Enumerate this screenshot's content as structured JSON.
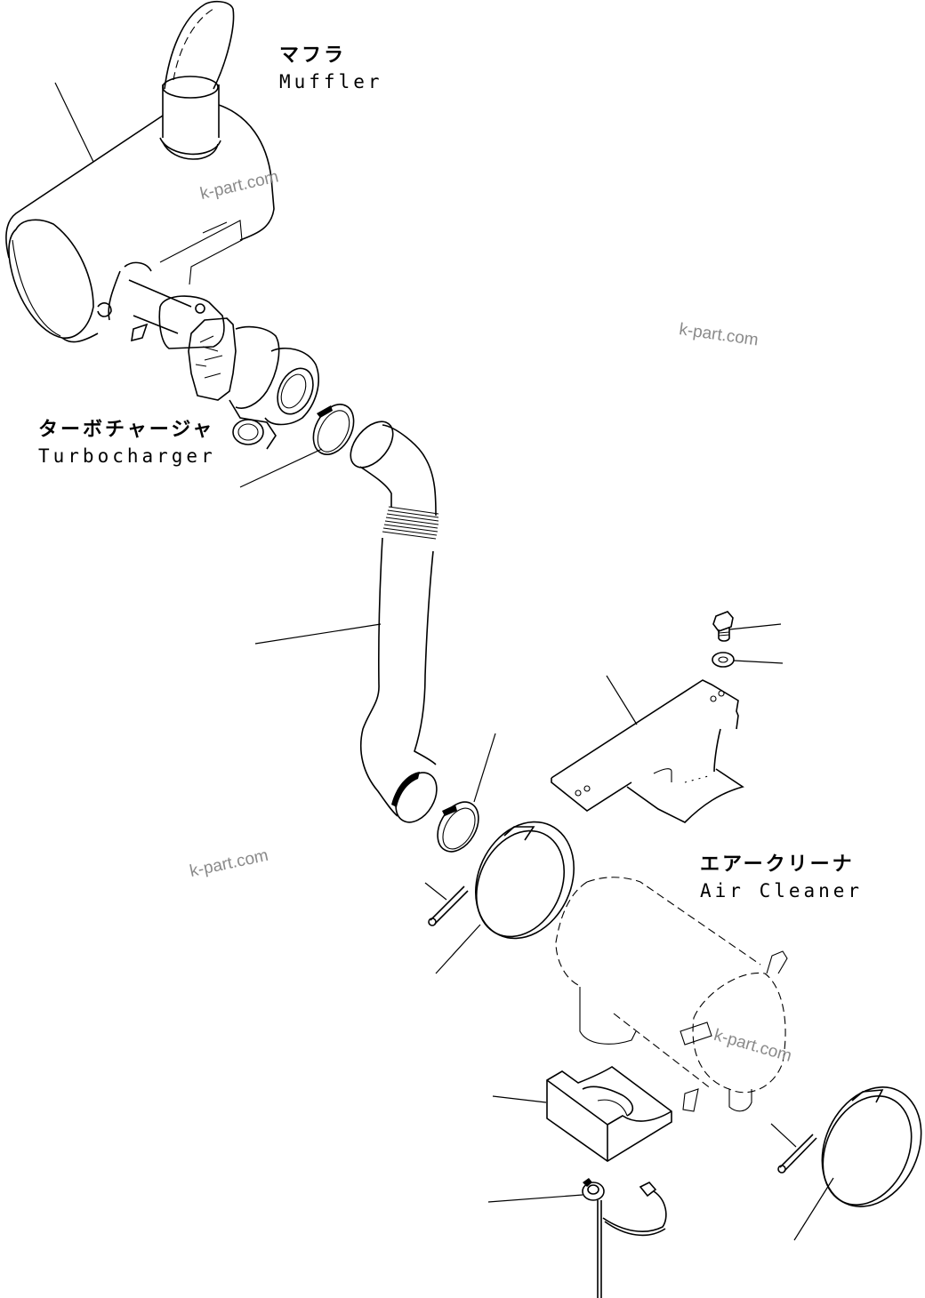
{
  "diagram": {
    "type": "exploded-parts-diagram",
    "subject": "Intake air system: muffler, turbocharger, intake hose, bracket, air cleaner",
    "labels": {
      "muffler": {
        "jp": "マフラ",
        "en": "Muffler"
      },
      "turbocharger": {
        "jp": "ターボチャージャ",
        "en": "Turbocharger"
      },
      "air_cleaner": {
        "jp": "エアークリーナ",
        "en": "Air Cleaner"
      }
    },
    "watermarks": [
      "k-part.com",
      "k-part.com",
      "k-part.com",
      "k-part.com"
    ],
    "parts": [
      "muffler",
      "turbocharger",
      "hose-clamp-upper",
      "intake-hose",
      "hose-clamp-lower",
      "bolt",
      "washer",
      "mounting-bracket",
      "band-clamp-front",
      "band-bolt-front",
      "air-cleaner",
      "rubber-cushion",
      "dust-indicator-sensor",
      "band-clamp-rear",
      "band-bolt-rear"
    ]
  }
}
